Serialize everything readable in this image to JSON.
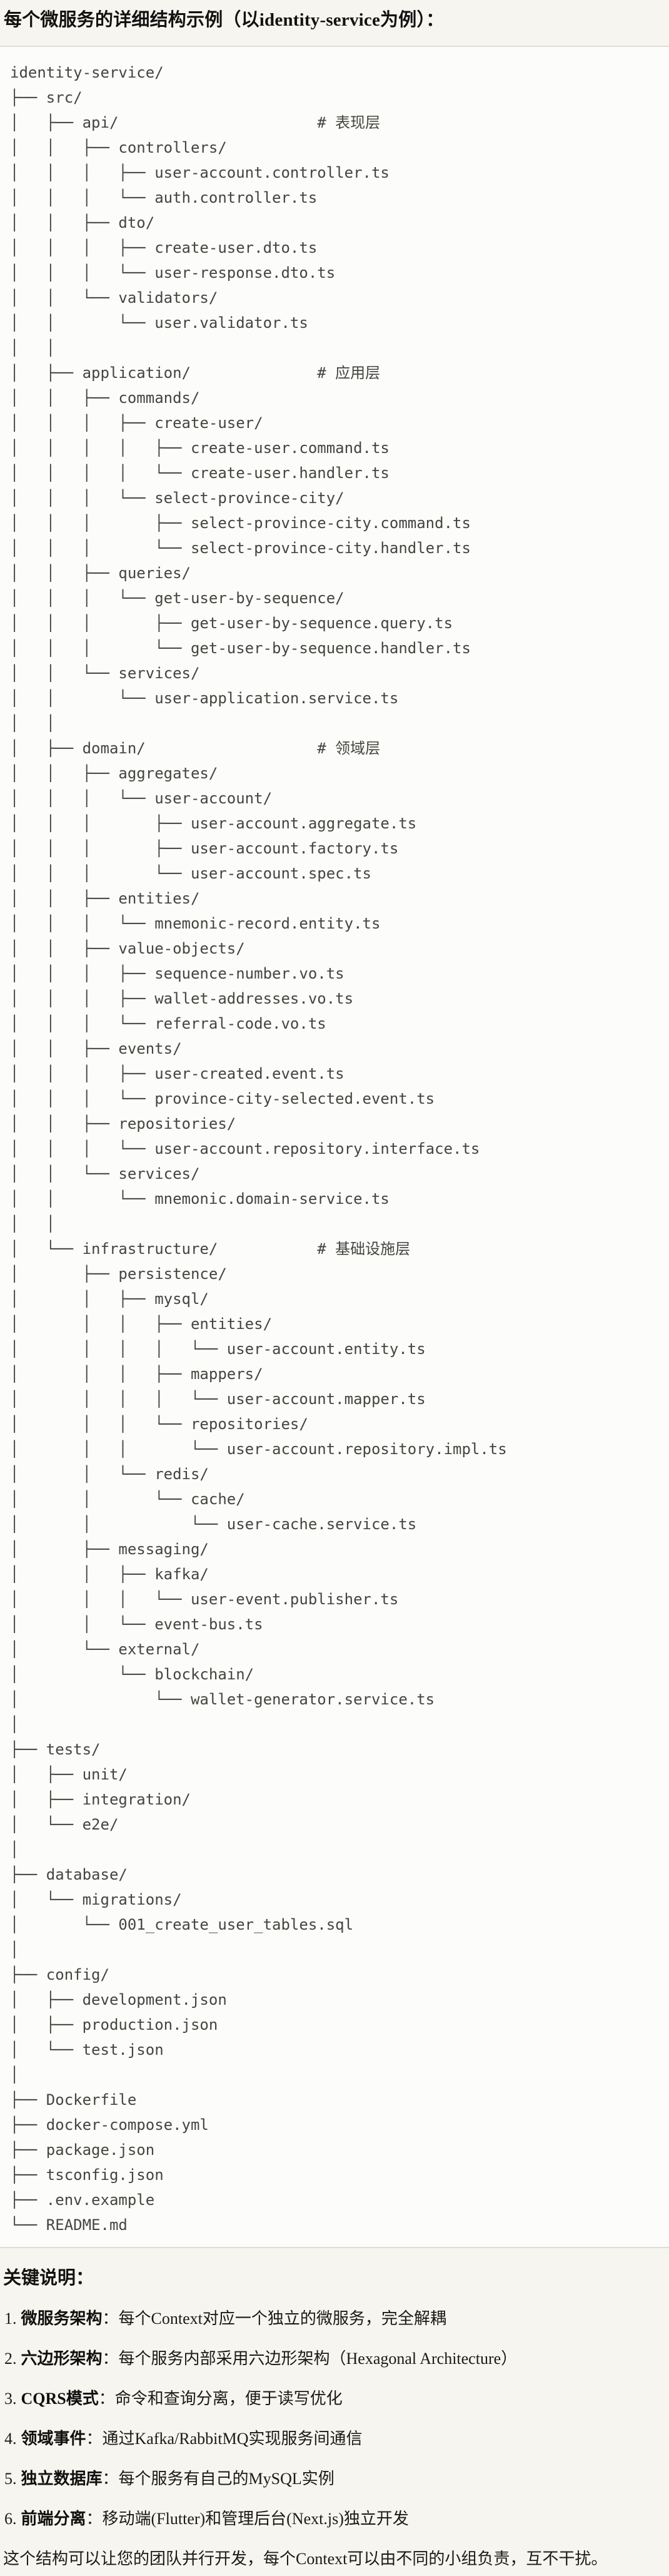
{
  "page": {
    "title": "每个微服务的详细结构示例（以identity-service为例）："
  },
  "tree": {
    "lines": [
      "identity-service/",
      "├── src/",
      "│   ├── api/                      # 表现层",
      "│   │   ├── controllers/",
      "│   │   │   ├── user-account.controller.ts",
      "│   │   │   └── auth.controller.ts",
      "│   │   ├── dto/",
      "│   │   │   ├── create-user.dto.ts",
      "│   │   │   └── user-response.dto.ts",
      "│   │   └── validators/",
      "│   │       └── user.validator.ts",
      "│   │",
      "│   ├── application/              # 应用层",
      "│   │   ├── commands/",
      "│   │   │   ├── create-user/",
      "│   │   │   │   ├── create-user.command.ts",
      "│   │   │   │   └── create-user.handler.ts",
      "│   │   │   └── select-province-city/",
      "│   │   │       ├── select-province-city.command.ts",
      "│   │   │       └── select-province-city.handler.ts",
      "│   │   ├── queries/",
      "│   │   │   └── get-user-by-sequence/",
      "│   │   │       ├── get-user-by-sequence.query.ts",
      "│   │   │       └── get-user-by-sequence.handler.ts",
      "│   │   └── services/",
      "│   │       └── user-application.service.ts",
      "│   │",
      "│   ├── domain/                   # 领域层",
      "│   │   ├── aggregates/",
      "│   │   │   └── user-account/",
      "│   │   │       ├── user-account.aggregate.ts",
      "│   │   │       ├── user-account.factory.ts",
      "│   │   │       └── user-account.spec.ts",
      "│   │   ├── entities/",
      "│   │   │   └── mnemonic-record.entity.ts",
      "│   │   ├── value-objects/",
      "│   │   │   ├── sequence-number.vo.ts",
      "│   │   │   ├── wallet-addresses.vo.ts",
      "│   │   │   └── referral-code.vo.ts",
      "│   │   ├── events/",
      "│   │   │   ├── user-created.event.ts",
      "│   │   │   └── province-city-selected.event.ts",
      "│   │   ├── repositories/",
      "│   │   │   └── user-account.repository.interface.ts",
      "│   │   └── services/",
      "│   │       └── mnemonic.domain-service.ts",
      "│   │",
      "│   └── infrastructure/           # 基础设施层",
      "│       ├── persistence/",
      "│       │   ├── mysql/",
      "│       │   │   ├── entities/",
      "│       │   │   │   └── user-account.entity.ts",
      "│       │   │   ├── mappers/",
      "│       │   │   │   └── user-account.mapper.ts",
      "│       │   │   └── repositories/",
      "│       │   │       └── user-account.repository.impl.ts",
      "│       │   └── redis/",
      "│       │       └── cache/",
      "│       │           └── user-cache.service.ts",
      "│       ├── messaging/",
      "│       │   ├── kafka/",
      "│       │   │   └── user-event.publisher.ts",
      "│       │   └── event-bus.ts",
      "│       └── external/",
      "│           └── blockchain/",
      "│               └── wallet-generator.service.ts",
      "│",
      "├── tests/",
      "│   ├── unit/",
      "│   ├── integration/",
      "│   └── e2e/",
      "│",
      "├── database/",
      "│   └── migrations/",
      "│       └── 001_create_user_tables.sql",
      "│",
      "├── config/",
      "│   ├── development.json",
      "│   ├── production.json",
      "│   └── test.json",
      "│",
      "├── Dockerfile",
      "├── docker-compose.yml",
      "├── package.json",
      "├── tsconfig.json",
      "├── .env.example",
      "└── README.md"
    ]
  },
  "notes": {
    "heading": "关键说明：",
    "colon": "：",
    "items": [
      {
        "num": "1.",
        "term": "微服务架构",
        "desc": "每个Context对应一个独立的微服务，完全解耦"
      },
      {
        "num": "2.",
        "term": "六边形架构",
        "desc": "每个服务内部采用六边形架构（Hexagonal Architecture）"
      },
      {
        "num": "3.",
        "term": "CQRS模式",
        "desc": "命令和查询分离，便于读写优化"
      },
      {
        "num": "4.",
        "term": "领域事件",
        "desc": "通过Kafka/RabbitMQ实现服务间通信"
      },
      {
        "num": "5.",
        "term": "独立数据库",
        "desc": "每个服务有自己的MySQL实例"
      },
      {
        "num": "6.",
        "term": "前端分离",
        "desc": "移动端(Flutter)和管理后台(Next.js)独立开发"
      }
    ],
    "footer": "这个结构可以让您的团队并行开发，每个Context可以由不同的小组负责，互不干扰。"
  },
  "colors": {
    "page_background": "#f7f5f0",
    "code_background": "#fcfcfa",
    "code_border": "#dfddd6",
    "code_text": "#45443f",
    "body_text": "#1b1a16"
  }
}
